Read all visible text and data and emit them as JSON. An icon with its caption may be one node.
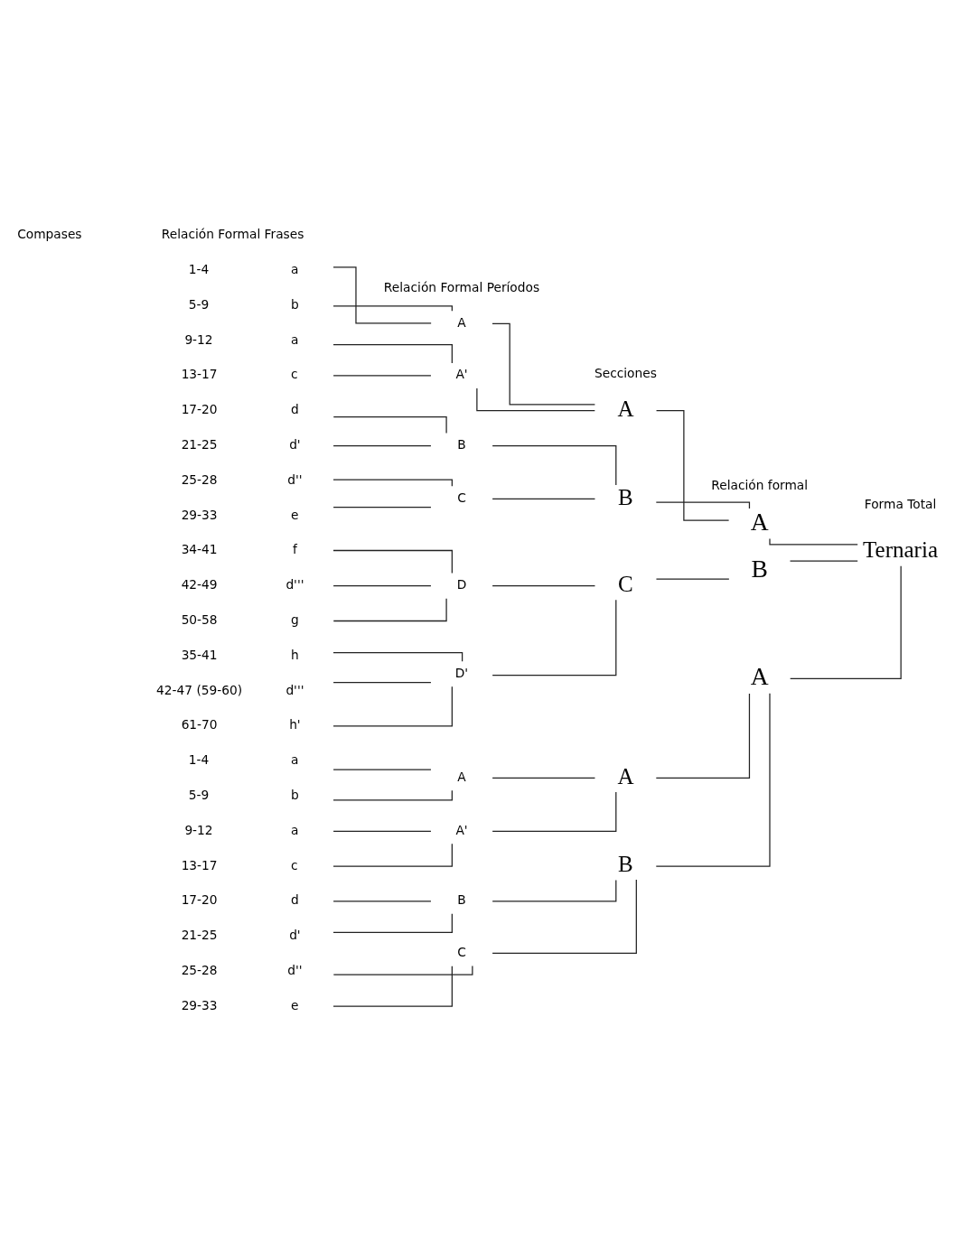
{
  "diagram": {
    "nodes": [
      {
        "text": [
          "a"
        ],
        "beside": [
          "1-4"
        ]
      },
      {
        "text": [
          "b"
        ],
        "beside": [
          "5-9"
        ]
      },
      {
        "text": [
          "a"
        ],
        "beside": [
          "9-12"
        ]
      },
      {
        "text": [
          "c"
        ],
        "beside": [
          "13-17"
        ]
      },
      {
        "text": [
          "d"
        ],
        "beside": [
          "17-20"
        ]
      },
      {
        "text": [
          "d'"
        ],
        "beside": [
          "21-25"
        ]
      },
      {
        "text": [
          "d''"
        ],
        "beside": [
          "25-28"
        ]
      },
      {
        "text": [
          "e"
        ],
        "beside": [
          "29-33"
        ]
      },
      {
        "text": [
          "f"
        ],
        "beside": [
          "34-41"
        ]
      },
      {
        "text": [
          "d'''"
        ],
        "beside": [
          "42-49"
        ]
      },
      {
        "text": [
          "g"
        ],
        "beside": [
          "50-58"
        ]
      },
      {
        "text": [
          "h"
        ],
        "beside": [
          "35-41"
        ]
      },
      {
        "text": [
          "d'''"
        ],
        "beside": [
          "42-47 (59-60)"
        ]
      },
      {
        "text": [
          "h'"
        ],
        "beside": [
          "61-70"
        ]
      },
      {
        "text": [
          "a"
        ],
        "beside": [
          "1-4"
        ]
      },
      {
        "text": [
          "b"
        ],
        "beside": [
          "5-9"
        ]
      },
      {
        "text": [
          "a"
        ],
        "beside": [
          "9-12"
        ]
      },
      {
        "text": [
          "c"
        ],
        "beside": [
          "13-17"
        ]
      },
      {
        "text": [
          "d"
        ],
        "beside": [
          "17-20"
        ]
      },
      {
        "text": [
          "d'"
        ],
        "beside": [
          "21-25"
        ]
      },
      {
        "text": [
          "d''"
        ],
        "beside": [
          "25-28"
        ]
      },
      {
        "text": [
          "e"
        ],
        "beside": [
          "29-33"
        ]
      },
      {
        "text": [
          "A"
        ]
      },
      {
        "text": [
          "A'"
        ]
      },
      {
        "text": [
          "B"
        ]
      },
      {
        "text": [
          "C"
        ]
      },
      {
        "text": [
          "D"
        ]
      },
      {
        "text": [
          "D'"
        ]
      },
      {
        "text": [
          "A"
        ]
      },
      {
        "text": [
          "A'"
        ]
      },
      {
        "text": [
          "B"
        ]
      },
      {
        "text": [
          "C"
        ]
      },
      {
        "text": [
          "A"
        ]
      },
      {
        "text": [
          "B"
        ]
      },
      {
        "text": [
          "C"
        ]
      },
      {
        "text": [
          "A"
        ]
      },
      {
        "text": [
          "B"
        ]
      },
      {
        "text": [
          "A"
        ]
      },
      {
        "text": [
          "B"
        ]
      },
      {
        "text": [
          "A"
        ]
      },
      {
        "text": [
          "Ternaria"
        ]
      }
    ],
    "edges": [
      {
        "from": 0,
        "to": 22,
        "arrow": "none"
      },
      {
        "from": 1,
        "to": 22,
        "arrow": "none"
      },
      {
        "from": 2,
        "to": 23,
        "arrow": "none"
      },
      {
        "from": 3,
        "to": 23,
        "arrow": "none"
      },
      {
        "from": 4,
        "to": 24,
        "arrow": "none"
      },
      {
        "from": 5,
        "to": 24,
        "arrow": "none"
      },
      {
        "from": 6,
        "to": 25,
        "arrow": "none"
      },
      {
        "from": 7,
        "to": 25,
        "arrow": "none"
      },
      {
        "from": 8,
        "to": 26,
        "arrow": "none"
      },
      {
        "from": 9,
        "to": 26,
        "arrow": "none"
      },
      {
        "from": 10,
        "to": 26,
        "arrow": "none"
      },
      {
        "from": 11,
        "to": 27,
        "arrow": "none"
      },
      {
        "from": 12,
        "to": 27,
        "arrow": "none"
      },
      {
        "from": 13,
        "to": 27,
        "arrow": "none"
      },
      {
        "from": 14,
        "to": 28,
        "arrow": "none"
      },
      {
        "from": 15,
        "to": 28,
        "arrow": "none"
      },
      {
        "from": 16,
        "to": 29,
        "arrow": "none"
      },
      {
        "from": 17,
        "to": 29,
        "arrow": "none"
      },
      {
        "from": 18,
        "to": 30,
        "arrow": "none"
      },
      {
        "from": 19,
        "to": 30,
        "arrow": "none"
      },
      {
        "from": 20,
        "to": 31,
        "arrow": "none"
      },
      {
        "from": 21,
        "to": 31,
        "arrow": "none"
      },
      {
        "from": 22,
        "to": 32,
        "arrow": "none"
      },
      {
        "from": 23,
        "to": 32,
        "arrow": "none"
      },
      {
        "from": 24,
        "to": 33,
        "arrow": "none"
      },
      {
        "from": 25,
        "to": 33,
        "arrow": "none"
      },
      {
        "from": 26,
        "to": 34,
        "arrow": "none"
      },
      {
        "from": 27,
        "to": 34,
        "arrow": "none"
      },
      {
        "from": 28,
        "to": 35,
        "arrow": "none"
      },
      {
        "from": 29,
        "to": 35,
        "arrow": "none"
      },
      {
        "from": 30,
        "to": 36,
        "arrow": "none"
      },
      {
        "from": 31,
        "to": 36,
        "arrow": "none"
      },
      {
        "from": 32,
        "to": 37,
        "arrow": "none"
      },
      {
        "from": 33,
        "to": 37,
        "arrow": "none"
      },
      {
        "from": 34,
        "to": 38,
        "arrow": "none"
      },
      {
        "from": 35,
        "to": 39,
        "arrow": "none"
      },
      {
        "from": 36,
        "to": 39,
        "arrow": "none"
      },
      {
        "from": 37,
        "to": 40,
        "arrow": "none"
      },
      {
        "from": 38,
        "to": 40,
        "arrow": "none"
      },
      {
        "from": 39,
        "to": 40,
        "arrow": "none"
      }
    ],
    "labels": [
      "Compases",
      "Relación Formal Frases",
      "Relación Formal Períodos",
      "Secciones",
      "Relación formal",
      "Forma Total"
    ]
  }
}
